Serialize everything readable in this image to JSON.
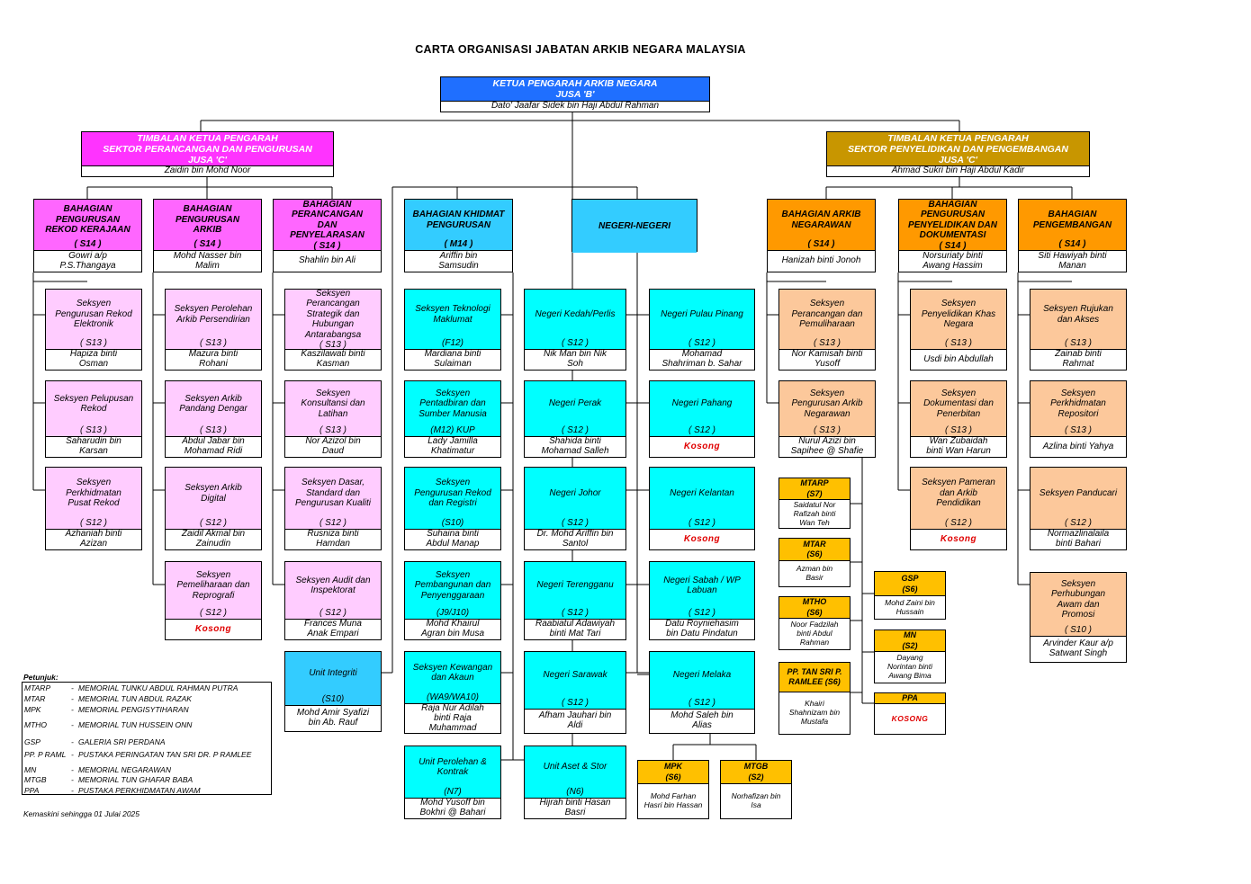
{
  "title": "CARTA ORGANISASI JABATAN ARKIB NEGARA MALAYSIA",
  "top": {
    "t1": "KETUA PENGARAH ARKIB NEGARA",
    "t2": "JUSA 'B'",
    "name": "Dato' Jaafar Sidek bin Haji Abdul Rahman"
  },
  "tkp1": {
    "t1": "TIMBALAN KETUA PENGARAH",
    "t2": "SEKTOR PERANCANGAN DAN PENGURUSAN",
    "t3": "JUSA 'C'",
    "name": "Zaidin bin Mohd Noor"
  },
  "tkp2": {
    "t1": "TIMBALAN KETUA PENGARAH",
    "t2": "SEKTOR PENYELIDIKAN DAN PENGEMBANGAN",
    "t3": "JUSA 'C'",
    "name": "Ahmad Sukri bin Haji Abdul Kadir"
  },
  "boxes": [
    {
      "id": "b1",
      "l": [
        "BAHAGIAN",
        "PENGURUSAN",
        "REKOD KERAJAAN"
      ],
      "g": "( S14 )",
      "n": [
        "Gowri a/p",
        "P.S.Thangaya"
      ]
    },
    {
      "id": "b2",
      "l": [
        "BAHAGIAN",
        "PENGURUSAN",
        "ARKIB"
      ],
      "g": "( S14 )",
      "n": [
        "Mohd Nasser bin",
        "Malim"
      ]
    },
    {
      "id": "b3",
      "l": [
        "BAHAGIAN",
        "PERANCANGAN",
        "DAN",
        "PENYELARASAN"
      ],
      "g": "( S14 )",
      "n": [
        "Shahlin bin Ali"
      ]
    },
    {
      "id": "b4",
      "l": [
        "BAHAGIAN KHIDMAT",
        "PENGURUSAN"
      ],
      "g": "( M14 )",
      "n": [
        "Ariffin bin",
        "Samsudin"
      ]
    },
    {
      "id": "b5",
      "l": [
        "NEGERI-NEGERI"
      ]
    },
    {
      "id": "b6",
      "l": [
        "BAHAGIAN ARKIB",
        "NEGARAWAN"
      ],
      "g": "( S14 )",
      "n": [
        "Hanizah binti Jonoh"
      ]
    },
    {
      "id": "b7",
      "l": [
        "BAHAGIAN",
        "PENGURUSAN",
        "PENYELIDIKAN DAN",
        "DOKUMENTASI"
      ],
      "g": "( S14 )",
      "n": [
        "Norsuriaty binti",
        "Awang Hassim"
      ]
    },
    {
      "id": "b8",
      "l": [
        "BAHAGIAN",
        "PENGEMBANGAN"
      ],
      "g": "( S14 )",
      "n": [
        "Siti Hawiyah binti",
        "Manan"
      ]
    },
    {
      "id": "s1a",
      "l": [
        "Seksyen",
        "Pengurusan Rekod",
        "Elektronik"
      ],
      "g": "( S13 )",
      "n": [
        "Hapiza binti",
        "Osman"
      ]
    },
    {
      "id": "s1b",
      "l": [
        "Seksyen Pelupusan",
        "Rekod"
      ],
      "g": "( S13 )",
      "n": [
        "Saharudin bin",
        "Karsan"
      ]
    },
    {
      "id": "s1c",
      "l": [
        "Seksyen",
        "Perkhidmatan",
        "Pusat Rekod"
      ],
      "g": "( S12 )",
      "n": [
        "Azhaniah binti",
        "Azizan"
      ]
    },
    {
      "id": "s2a",
      "l": [
        "Seksyen Perolehan",
        "Arkib Persendirian"
      ],
      "g": "( S13 )",
      "n": [
        "Mazura binti",
        "Rohani"
      ]
    },
    {
      "id": "s2b",
      "l": [
        "Seksyen Arkib",
        "Pandang Dengar"
      ],
      "g": "( S13 )",
      "n": [
        "Abdul Jabar bin",
        "Mohamad Ridi"
      ]
    },
    {
      "id": "s2c",
      "l": [
        "Seksyen Arkib",
        "Digital"
      ],
      "g": "( S12 )",
      "n": [
        "Zaidil Akmal bin",
        "Zainudin"
      ]
    },
    {
      "id": "s2d",
      "l": [
        "Seksyen",
        "Pemeliharaan dan",
        "Reprografi"
      ],
      "g": "( S12 )",
      "n": [
        "Kosong"
      ],
      "k": true
    },
    {
      "id": "s3a",
      "l": [
        "Seksyen",
        "Perancangan",
        "Strategik dan",
        "Hubungan",
        "Antarabangsa"
      ],
      "g": "( S13 )",
      "n": [
        "Kaszilawati binti",
        "Kasman"
      ]
    },
    {
      "id": "s3b",
      "l": [
        "Seksyen",
        "Konsultansi dan",
        "Latihan"
      ],
      "g": "( S13 )",
      "n": [
        "Nor Azizol bin",
        "Daud"
      ]
    },
    {
      "id": "s3c",
      "l": [
        "Seksyen Dasar,",
        "Standard dan",
        "Pengurusan Kualiti"
      ],
      "g": "( S12 )",
      "n": [
        "Rusniza binti",
        "Hamdan"
      ]
    },
    {
      "id": "s3d",
      "l": [
        "Seksyen Audit dan",
        "Inspektorat"
      ],
      "g": "( S12 )",
      "n": [
        "Frances Muna",
        "Anak Empari"
      ]
    },
    {
      "id": "s3e",
      "l": [
        "Unit Integriti"
      ],
      "g": "(S10)",
      "n": [
        "Mohd Amir Syafizi",
        "bin Ab. Rauf"
      ]
    },
    {
      "id": "s4a",
      "l": [
        "Seksyen Teknologi",
        "Maklumat"
      ],
      "g": "(F12)",
      "n": [
        "Mardiana binti",
        "Sulaiman"
      ]
    },
    {
      "id": "s4b",
      "l": [
        "Seksyen",
        "Pentadbiran dan",
        "Sumber Manusia"
      ],
      "g": "(M12) KUP",
      "n": [
        "Lady Jamilla",
        "Khatimatur"
      ]
    },
    {
      "id": "s4c",
      "l": [
        "Seksyen",
        "Pengurusan Rekod",
        "dan Registri"
      ],
      "g": "(S10)",
      "n": [
        "Suhaina binti",
        "Abdul Manap"
      ]
    },
    {
      "id": "s4d",
      "l": [
        "Seksyen",
        "Pembangunan dan",
        "Penyenggaraan"
      ],
      "g": "(J9/J10)",
      "n": [
        "Mohd Khairul",
        "Agran bin Musa"
      ]
    },
    {
      "id": "s4e",
      "l": [
        "Seksyen Kewangan",
        "dan Akaun"
      ],
      "g": "(WA9/WA10)",
      "n": [
        "Raja Nur Adilah",
        "binti Raja",
        "Muhammad"
      ]
    },
    {
      "id": "s4f",
      "l": [
        "Unit Perolehan &",
        "Kontrak"
      ],
      "g": "(N7)",
      "n": [
        "Mohd Yusoff bin",
        "Bokhri @ Bahari"
      ]
    },
    {
      "id": "n1",
      "l": [
        "Negeri Kedah/Perlis"
      ],
      "g": "( S12 )",
      "n": [
        "Nik Man bin Nik",
        "Soh"
      ]
    },
    {
      "id": "n2",
      "l": [
        "Negeri Perak"
      ],
      "g": "( S12 )",
      "n": [
        "Shahida binti",
        "Mohamad Salleh"
      ]
    },
    {
      "id": "n3",
      "l": [
        "Negeri Johor"
      ],
      "g": "( S12 )",
      "n": [
        "Dr. Mohd Ariffin bin",
        "Santol"
      ]
    },
    {
      "id": "n4",
      "l": [
        "Negeri Terengganu"
      ],
      "g": "( S12 )",
      "n": [
        "Raabiatul Adawiyah",
        "binti Mat Tari"
      ]
    },
    {
      "id": "n5",
      "l": [
        "Negeri Sarawak"
      ],
      "g": "( S12 )",
      "n": [
        "Afham Jauhari bin",
        "Aldi"
      ]
    },
    {
      "id": "n6",
      "l": [
        "Unit Aset & Stor"
      ],
      "g": "(N6)",
      "n": [
        "Hijrah binti Hasan",
        "Basri"
      ]
    },
    {
      "id": "n7",
      "l": [
        "Negeri Pulau Pinang"
      ],
      "g": "( S12 )",
      "n": [
        "Mohamad",
        "Shahriman b. Sahar"
      ]
    },
    {
      "id": "n8",
      "l": [
        "Negeri Pahang"
      ],
      "g": "( S12 )",
      "n": [
        "Kosong"
      ],
      "k": true
    },
    {
      "id": "n9",
      "l": [
        "Negeri Kelantan"
      ],
      "g": "( S12 )",
      "n": [
        "Kosong"
      ],
      "k": true
    },
    {
      "id": "n10",
      "l": [
        "Negeri Sabah / WP",
        "Labuan"
      ],
      "g": "( S12 )",
      "n": [
        "Datu Royniehasim",
        "bin Datu Pindatun"
      ]
    },
    {
      "id": "n11",
      "l": [
        "Negeri Melaka"
      ],
      "g": "( S12 )",
      "n": [
        "Mohd Saleh bin",
        "Alias"
      ]
    },
    {
      "id": "m1",
      "l": [
        "MPK"
      ],
      "g": "(S6)",
      "n": [
        "Mohd Farhan",
        "Hasri bin Hassan"
      ]
    },
    {
      "id": "m2",
      "l": [
        "MTGB"
      ],
      "g": "(S2)",
      "n": [
        "Norhafizan bin",
        "Isa"
      ]
    },
    {
      "id": "s6a",
      "l": [
        "Seksyen",
        "Perancangan dan",
        "Pemuliharaan"
      ],
      "g": "( S13 )",
      "n": [
        "Nor Kamisah binti",
        "Yusoff"
      ]
    },
    {
      "id": "s6b",
      "l": [
        "Seksyen",
        "Pengurusan Arkib",
        "Negarawan"
      ],
      "g": "( S13 )",
      "n": [
        "Nurul Azizi bin",
        "Sapihee @ Shafie"
      ]
    },
    {
      "id": "m3",
      "l": [
        "MTARP"
      ],
      "g": "(S7)",
      "n": [
        "Saidatul Nor",
        "Rafizah binti",
        "Wan Teh"
      ]
    },
    {
      "id": "m4",
      "l": [
        "MTAR"
      ],
      "g": "(S6)",
      "n": [
        "Azman bin",
        "Basir"
      ]
    },
    {
      "id": "m5",
      "l": [
        "MTHO"
      ],
      "g": "(S6)",
      "n": [
        "Noor Fadzilah",
        "binti Abdul",
        "Rahman"
      ]
    },
    {
      "id": "m6",
      "l": [
        "PP. TAN SRI P.",
        "RAMLEE (S6)"
      ],
      "n": [
        "Khairi",
        "Shahnizam bin",
        "Mustafa"
      ]
    },
    {
      "id": "m7",
      "l": [
        "GSP"
      ],
      "g": "(S6)",
      "n": [
        "Mohd Zaini bin",
        "Hussain"
      ]
    },
    {
      "id": "m8",
      "l": [
        "MN"
      ],
      "g": "(S2)",
      "n": [
        "Dayang",
        "Norintan binti",
        "Awang Bima"
      ]
    },
    {
      "id": "m9",
      "l": [
        "PPA"
      ],
      "n": [
        "KOSONG"
      ],
      "k": true
    },
    {
      "id": "s7a",
      "l": [
        "Seksyen",
        "Penyelidikan Khas",
        "Negara"
      ],
      "g": "( S13 )",
      "n": [
        "Usdi bin Abdullah"
      ]
    },
    {
      "id": "s7b",
      "l": [
        "Seksyen",
        "Dokumentasi  dan",
        "Penerbitan"
      ],
      "g": "( S13 )",
      "n": [
        "Wan Zubaidah",
        "binti Wan Harun"
      ]
    },
    {
      "id": "s7c",
      "l": [
        "Seksyen Pameran",
        "dan Arkib",
        "Pendidikan"
      ],
      "g": "( S12 )",
      "n": [
        "Kosong"
      ],
      "k": true
    },
    {
      "id": "s8a",
      "l": [
        "Seksyen Rujukan",
        "dan Akses"
      ],
      "g": "( S13 )",
      "n": [
        "Zainab binti",
        "Rahmat"
      ]
    },
    {
      "id": "s8b",
      "l": [
        "Seksyen",
        "Perkhidmatan",
        "Repositori"
      ],
      "g": "( S13 )",
      "n": [
        "Azlina binti Yahya"
      ]
    },
    {
      "id": "s8c",
      "l": [
        "Seksyen Panducari"
      ],
      "g": "( S12 )",
      "n": [
        "Normazlinalaila",
        "binti Bahari"
      ]
    },
    {
      "id": "s8d",
      "l": [
        "Seksyen",
        "Perhubungan",
        "Awam dan",
        "Promosi"
      ],
      "g": "( S10 )",
      "n": [
        "Arvinder Kaur a/p",
        "Satwant Singh"
      ]
    }
  ],
  "legend": {
    "heading": "Petunjuk:",
    "items": [
      {
        "ab": "MTARP",
        "ds": "MEMORIAL TUNKU ABDUL RAHMAN PUTRA"
      },
      {
        "ab": "MTAR",
        "ds": "MEMORIAL TUN ABDUL RAZAK"
      },
      {
        "ab": "MPK",
        "ds": "MEMORIAL PENGISYTIHARAN"
      },
      {
        "ab": "MTHO",
        "ds": "MEMORIAL TUN HUSSEIN ONN"
      },
      {
        "ab": "GSP",
        "ds": "GALERIA SRI PERDANA"
      },
      {
        "ab": "PP. P RAML",
        "ds": "PUSTAKA PERINGATAN TAN SRI DR. P RAMLEE"
      },
      {
        "ab": "MN",
        "ds": "MEMORIAL NEGARAWAN"
      },
      {
        "ab": "MTGB",
        "ds": "MEMORIAL TUN GHAFAR BABA"
      },
      {
        "ab": "PPA",
        "ds": "PUSTAKA PERKHIDMATAN AWAM"
      }
    ]
  },
  "footer": "Kemaskini sehingga 01 Julai 2025",
  "colors": {
    "blue": "#1f6fff",
    "magenta": "#ff33ff",
    "gold": "#c89600",
    "pink": "#ff66ff",
    "light_pink": "#ffccff",
    "sky": "#33ccff",
    "cyan": "#00ffff",
    "orange": "#ff9900",
    "peach": "#fcc89b",
    "yellow": "#ffc000",
    "vacant": "#e00000"
  }
}
